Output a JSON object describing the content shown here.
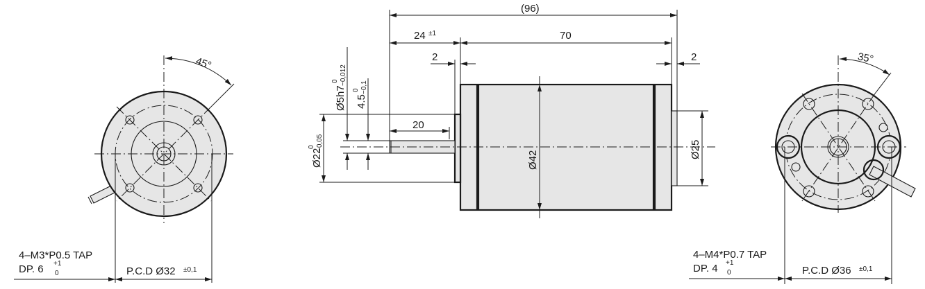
{
  "left_view": {
    "angle": "45°",
    "tap_line1": "4–M3*P0.5 TAP",
    "tap_line2": "DP. 6",
    "tap_tol_upper": "+1",
    "tap_tol_lower": "0",
    "pcd": "P.C.D Ø32",
    "pcd_tol": "±0,1"
  },
  "side_view": {
    "overall_length": "(96)",
    "shaft_length": "24",
    "shaft_length_tol": "±1",
    "body_length": "70",
    "front_boss": "2",
    "rear_boss": "2",
    "flat_length": "20",
    "shaft_dia": "Ø5h7",
    "shaft_dia_tol_upper": "0",
    "shaft_dia_tol_lower": "−0,012",
    "flat_dim": "4.5",
    "flat_tol_upper": "0",
    "flat_tol_lower": "−0,1",
    "boss_dia": "Ø22",
    "boss_dia_tol_upper": "0",
    "boss_dia_tol_lower": "−0,05",
    "body_dia": "Ø42",
    "rear_dia": "Ø25"
  },
  "right_view": {
    "angle": "35°",
    "tap_line1": "4–M4*P0.7 TAP",
    "tap_line2": "DP. 4",
    "tap_tol_upper": "+1",
    "tap_tol_lower": "0",
    "pcd": "P.C.D Ø36",
    "pcd_tol": "±0,1"
  }
}
